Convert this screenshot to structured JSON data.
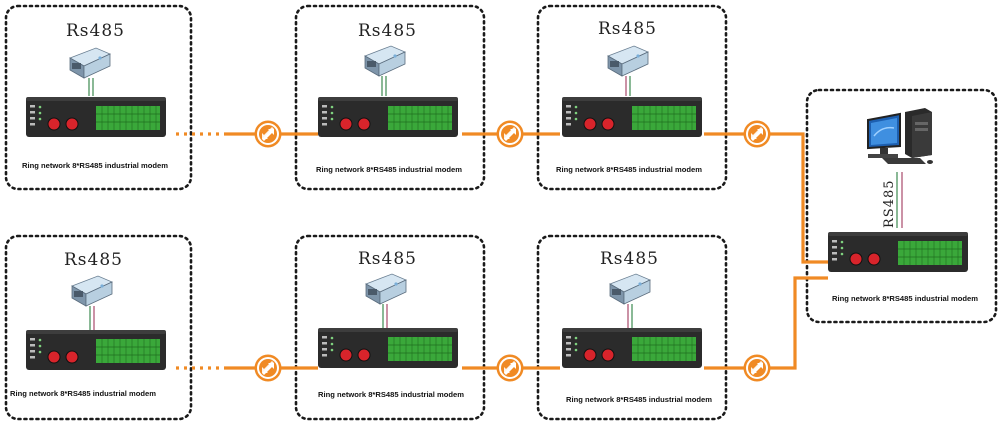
{
  "labels": {
    "rs485": "Rs485",
    "rs485_vertical": "RS485",
    "modem": "Ring network 8*RS485 industrial modem"
  },
  "icons": {
    "converter": "rs485-converter-icon",
    "modem": "industrial-modem-icon",
    "link": "fiber-link-icon",
    "computer": "computer-icon"
  },
  "colors": {
    "link": "#f08a24",
    "modem_body": "#2b2b2b",
    "terminal": "#3aa83a",
    "knob": "#d8242b",
    "wire_green": "#3c8a4f",
    "wire_red": "#a84a6a"
  }
}
